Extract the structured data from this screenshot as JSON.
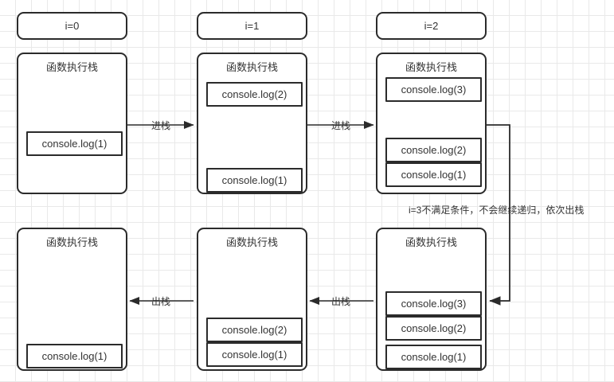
{
  "diagram": {
    "title_note": "i=3不满足条件，不会继续递归，依次出栈",
    "panel_title": "函数执行栈",
    "headers": [
      {
        "label": "i=0"
      },
      {
        "label": "i=1"
      },
      {
        "label": "i=2"
      }
    ],
    "edge_labels": {
      "push_1": "进栈",
      "push_2": "进栈",
      "pop_1": "出栈",
      "pop_2": "出栈"
    },
    "stacks": {
      "top_col1": [
        "console.log(1)"
      ],
      "top_col2": [
        "console.log(2)",
        "console.log(1)"
      ],
      "top_col3": [
        "console.log(3)",
        "console.log(2)",
        "console.log(1)"
      ],
      "bottom_col1": [
        "console.log(1)"
      ],
      "bottom_col2": [
        "console.log(2)",
        "console.log(1)"
      ],
      "bottom_col3": [
        "console.log(3)",
        "console.log(2)",
        "console.log(1)"
      ]
    },
    "colors": {
      "stroke": "#2b2b2b",
      "text": "#333333",
      "grid": "#e9e9e9",
      "background": "#ffffff"
    }
  }
}
